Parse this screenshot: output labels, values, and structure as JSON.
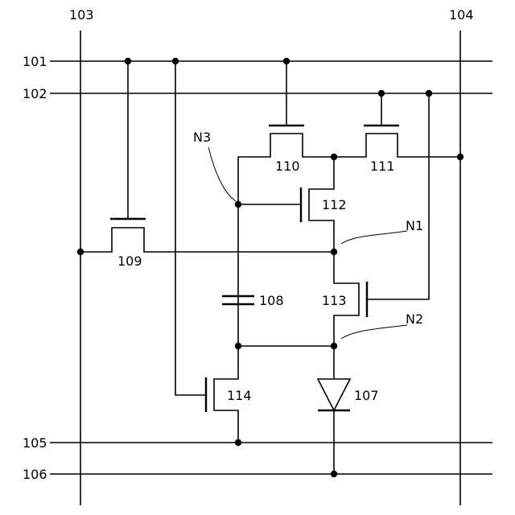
{
  "lines": {
    "l101": "101",
    "l102": "102",
    "l103": "103",
    "l104": "104",
    "l105": "105",
    "l106": "106"
  },
  "transistors": {
    "t109": "109",
    "t110": "110",
    "t111": "111",
    "t112": "112",
    "t113": "113",
    "t114": "114"
  },
  "capacitor": "108",
  "diode": "107",
  "nodes": {
    "n1": "N1",
    "n2": "N2",
    "n3": "N3"
  }
}
